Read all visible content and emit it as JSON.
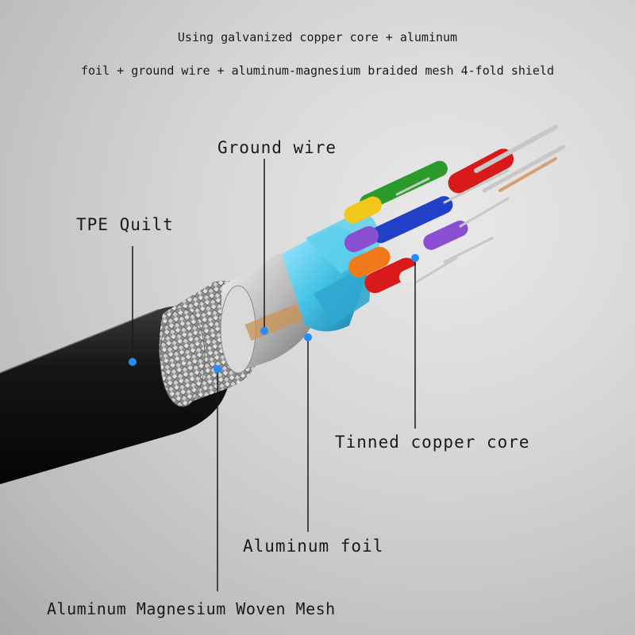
{
  "heading": {
    "line1": "Using galvanized copper core + aluminum",
    "line2": "foil + ground wire + aluminum-magnesium braided mesh 4-fold shield"
  },
  "labels": {
    "ground_wire": "Ground wire",
    "tpe_quilt": "TPE Quilt",
    "tinned_copper_core": "Tinned copper core",
    "aluminum_foil": "Aluminum foil",
    "woven_mesh": "Aluminum Magnesium Woven Mesh"
  },
  "colors": {
    "jacket": "#111111",
    "callout_dot": "#1f8fff",
    "foil_blue": "#45c2e6",
    "core_red": "#d91a1a",
    "core_green": "#2a9a2a",
    "core_blue": "#2140c8",
    "core_yellow": "#f2c81a",
    "core_purple": "#8a4fd0",
    "core_orange": "#f07a1a"
  }
}
